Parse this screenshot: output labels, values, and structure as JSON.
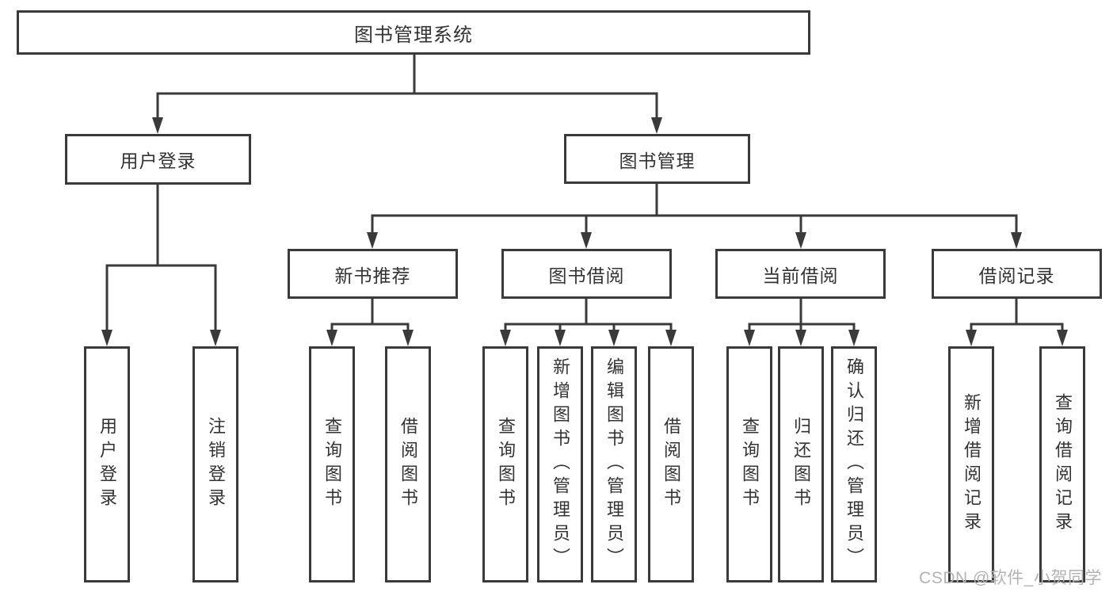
{
  "tree": {
    "root": {
      "label": "图书管理系统"
    },
    "children": [
      {
        "label": "用户登录",
        "children": [
          {
            "label": "用户登录"
          },
          {
            "label": "注销登录"
          }
        ]
      },
      {
        "label": "图书管理",
        "children": [
          {
            "label": "新书推荐",
            "children": [
              {
                "label": "查询图书"
              },
              {
                "label": "借阅图书"
              }
            ]
          },
          {
            "label": "图书借阅",
            "children": [
              {
                "label": "查询图书"
              },
              {
                "label": "新增图书（管理员）"
              },
              {
                "label": "编辑图书（管理员）"
              },
              {
                "label": "借阅图书"
              }
            ]
          },
          {
            "label": "当前借阅",
            "children": [
              {
                "label": "查询图书"
              },
              {
                "label": "归还图书"
              },
              {
                "label": "确认归还（管理员）"
              }
            ]
          },
          {
            "label": "借阅记录",
            "children": [
              {
                "label": "新增借阅记录"
              },
              {
                "label": "查询借阅记录"
              }
            ]
          }
        ]
      }
    ]
  },
  "watermark": {
    "text": "CSDN @软件_小贺同学"
  },
  "colors": {
    "line": "#3a3a3a",
    "box_border": "#3a3a3a",
    "text": "#333333",
    "watermark": "#b3b3b3",
    "background": "#ffffff"
  }
}
